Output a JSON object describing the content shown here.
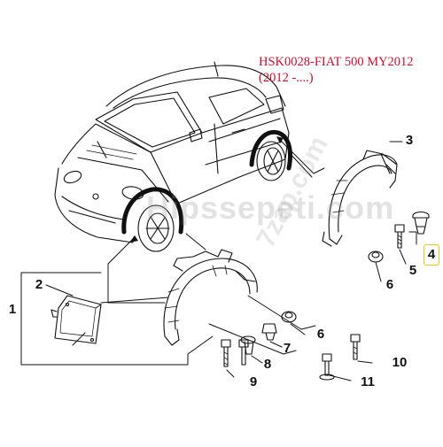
{
  "title": {
    "line1": "HSK0028-FIAT 500 MY2012",
    "line2": "(2012 -....)"
  },
  "watermark": {
    "text": "Hipssepeti.com",
    "sub": "7zap.com"
  },
  "callouts": [
    {
      "id": "1",
      "label": "1"
    },
    {
      "id": "2",
      "label": "2"
    },
    {
      "id": "3",
      "label": "3"
    },
    {
      "id": "4",
      "label": "4"
    },
    {
      "id": "5",
      "label": "5"
    },
    {
      "id": "6a",
      "label": "6"
    },
    {
      "id": "6b",
      "label": "6"
    },
    {
      "id": "7",
      "label": "7"
    },
    {
      "id": "8",
      "label": "8"
    },
    {
      "id": "9",
      "label": "9"
    },
    {
      "id": "10",
      "label": "10"
    },
    {
      "id": "11",
      "label": "11"
    }
  ],
  "colors": {
    "title": "#c8102e",
    "line": "#111111",
    "highlight": "#f0c020",
    "watermark": "#969696"
  }
}
